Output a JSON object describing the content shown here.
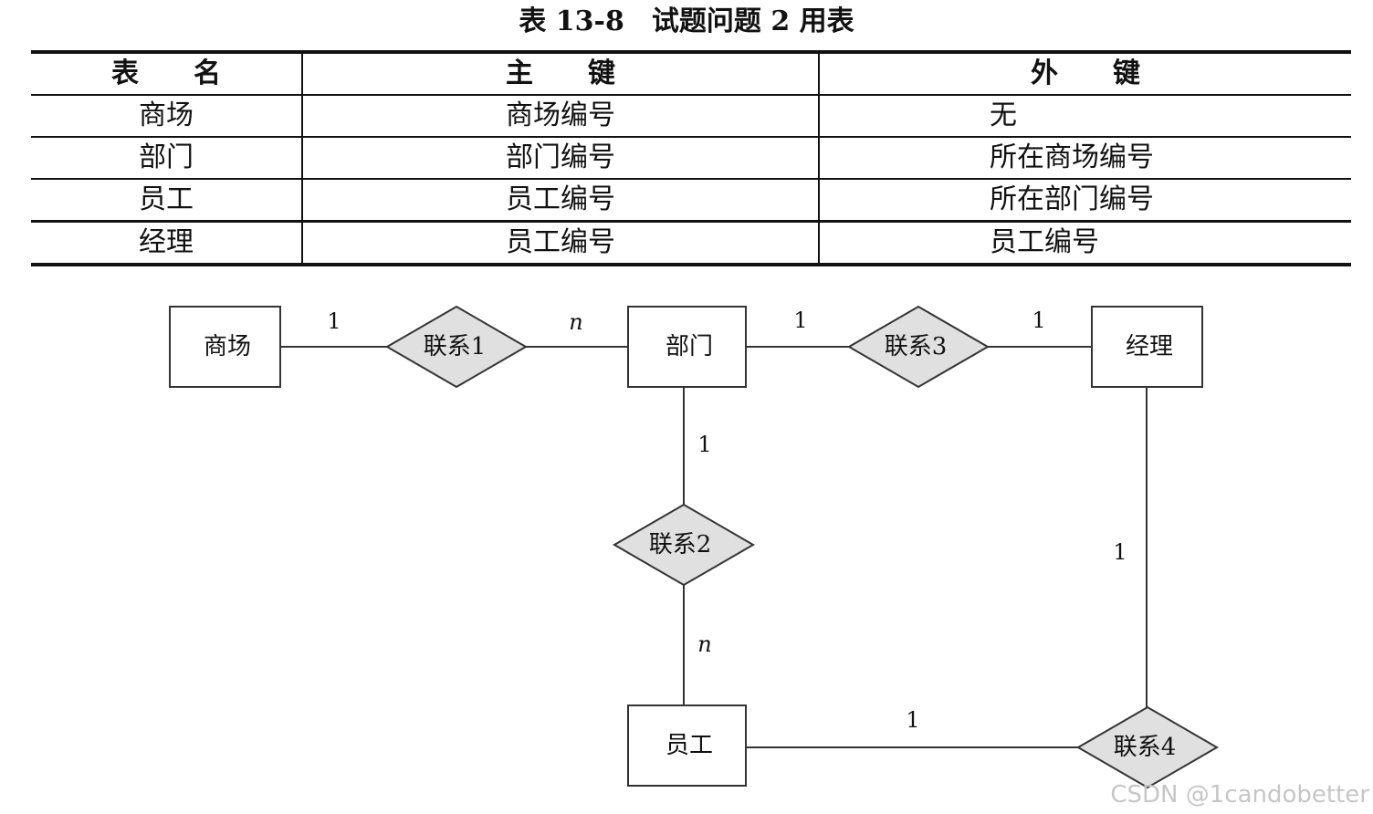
{
  "caption": {
    "label": "表 13-8",
    "text": "试题问题 2 用表"
  },
  "table": {
    "headers": [
      "表名",
      "主键",
      "外键"
    ],
    "rows": [
      [
        "商场",
        "商场编号",
        "无"
      ],
      [
        "部门",
        "部门编号",
        "所在商场编号"
      ],
      [
        "员工",
        "员工编号",
        "所在部门编号"
      ],
      [
        "经理",
        "员工编号",
        "员工编号"
      ]
    ]
  },
  "diagram": {
    "entities": [
      "商场",
      "部门",
      "经理",
      "员工"
    ],
    "relationships": [
      "联系1",
      "联系3",
      "联系2",
      "联系4"
    ],
    "cardinalities": {
      "r1_left": "1",
      "r1_right": "n",
      "r3_left": "1",
      "r3_right": "1",
      "r2_top": "1",
      "r2_bottom": "n",
      "r4_right": "1",
      "r4_left": "1"
    },
    "colors": {
      "relationship_fill": "#e0e0e0",
      "stroke": "#333333"
    }
  },
  "watermark": "CSDN @1candobetter"
}
